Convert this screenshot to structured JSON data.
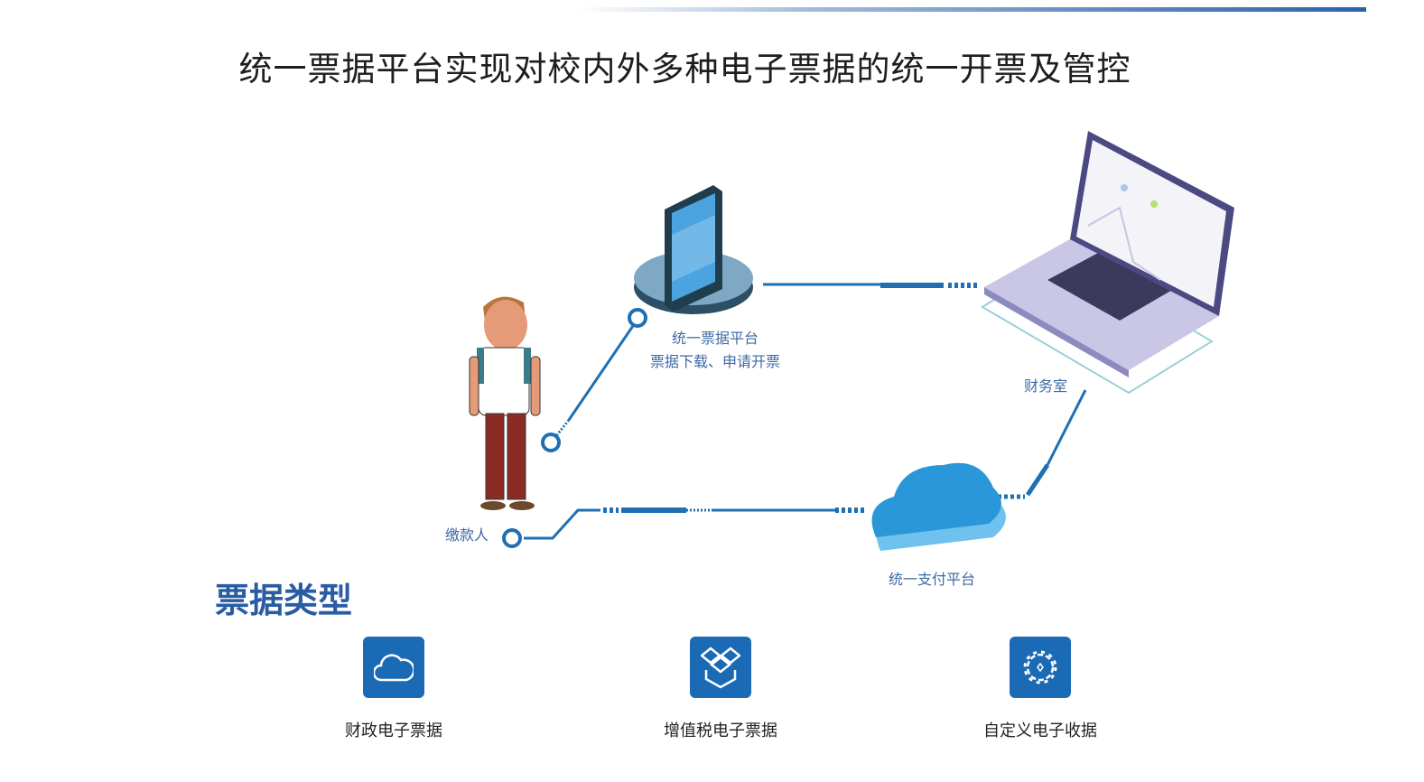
{
  "title": "统一票据平台实现对校内外多种电子票据的统一开票及管控",
  "diagram": {
    "platform": {
      "name": "统一票据平台",
      "desc": "票据下载、申请开票"
    },
    "finance": "财务室",
    "payer": "缴款人",
    "payment": "统一支付平台"
  },
  "section_title": "票据类型",
  "types": [
    {
      "label": "财政电子票据",
      "icon": "cloud-icon"
    },
    {
      "label": "增值税电子票据",
      "icon": "box-icon"
    },
    {
      "label": "自定义电子收据",
      "icon": "gear-icon"
    }
  ],
  "colors": {
    "accent": "#1a6ab6",
    "line": "#1f6fb3",
    "label": "#3d6aa6"
  }
}
